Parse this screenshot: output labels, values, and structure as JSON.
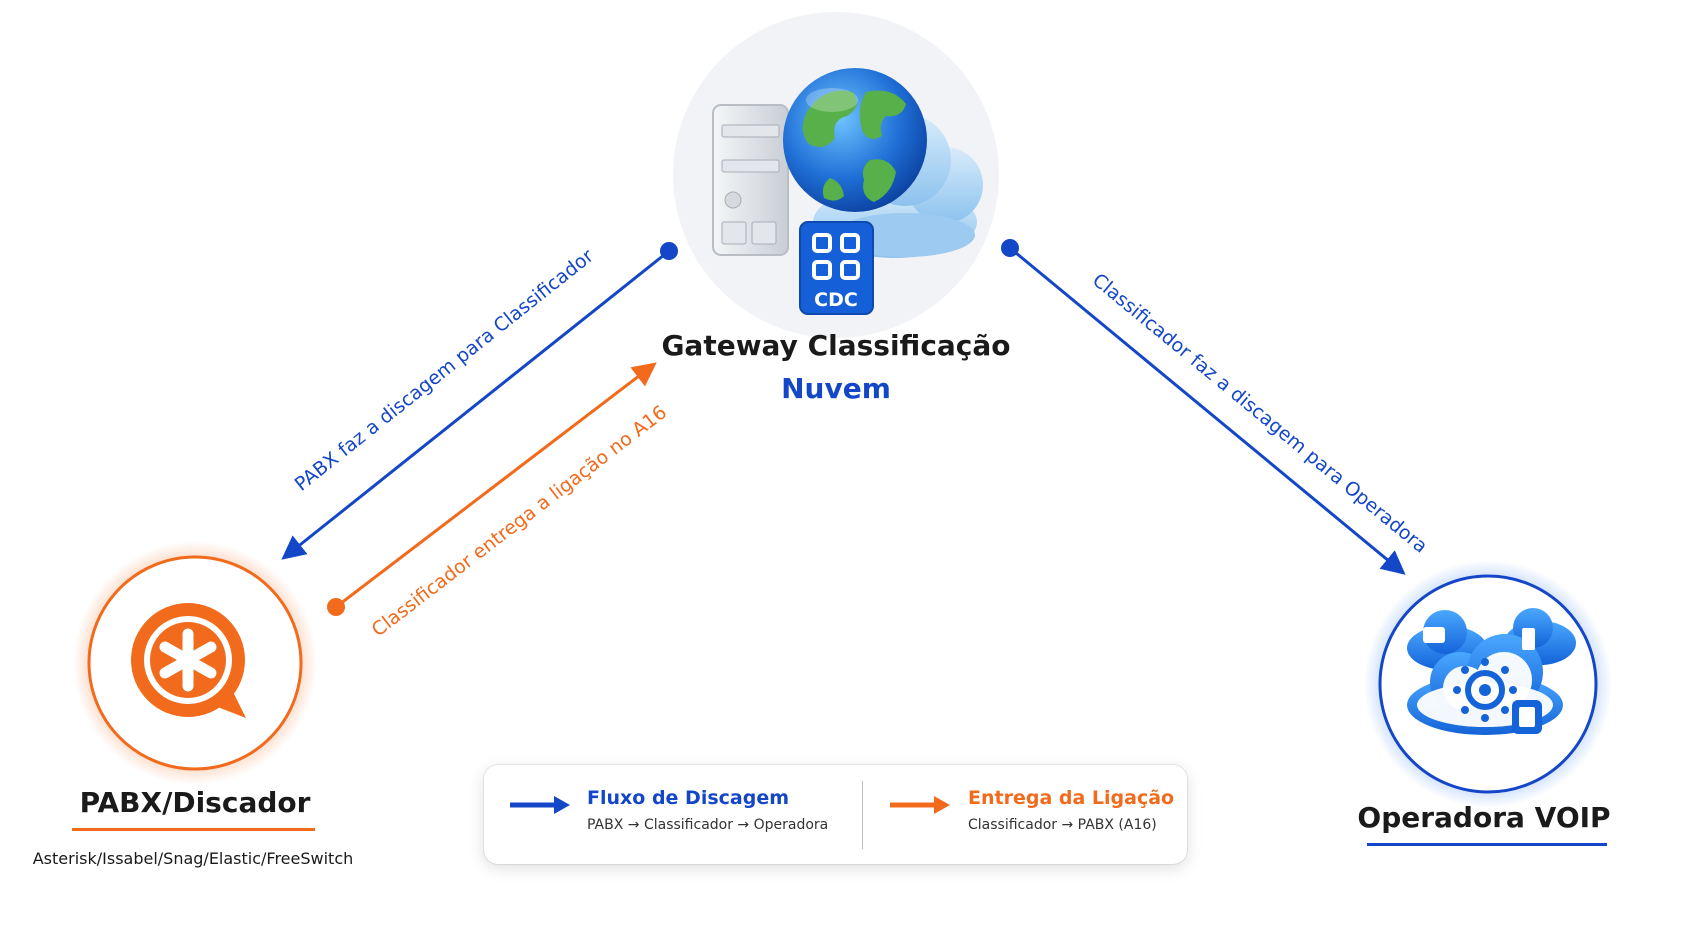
{
  "gateway": {
    "title": "Gateway Classificação",
    "subtitle": "Nuvem",
    "badge": "CDC",
    "icon": "cloud-server-globe-icon"
  },
  "pabx": {
    "title": "PABX/Discador",
    "caption": "Asterisk/Issabel/Snag/Elastic/FreeSwitch",
    "icon": "asterisk-chat-icon"
  },
  "operadora": {
    "title": "Operadora VOIP",
    "icon": "cloud-telephony-icon"
  },
  "arrows": {
    "pabx_to_gateway": "PABX faz a discagem para Classificador",
    "gateway_to_pabx": "Classificador entrega a ligação no A16",
    "gateway_to_operadora": "Classificador faz a discagem para Operadora"
  },
  "legend": {
    "dial_title": "Fluxo de Discagem",
    "dial_sub": "PABX → Classificador → Operadora",
    "delivery_title": "Entrega da Ligação",
    "delivery_sub": "Classificador → PABX (A16)"
  },
  "colors": {
    "blue": "#1447c7",
    "orange": "#f26b1d",
    "text": "#1a1a1a"
  }
}
